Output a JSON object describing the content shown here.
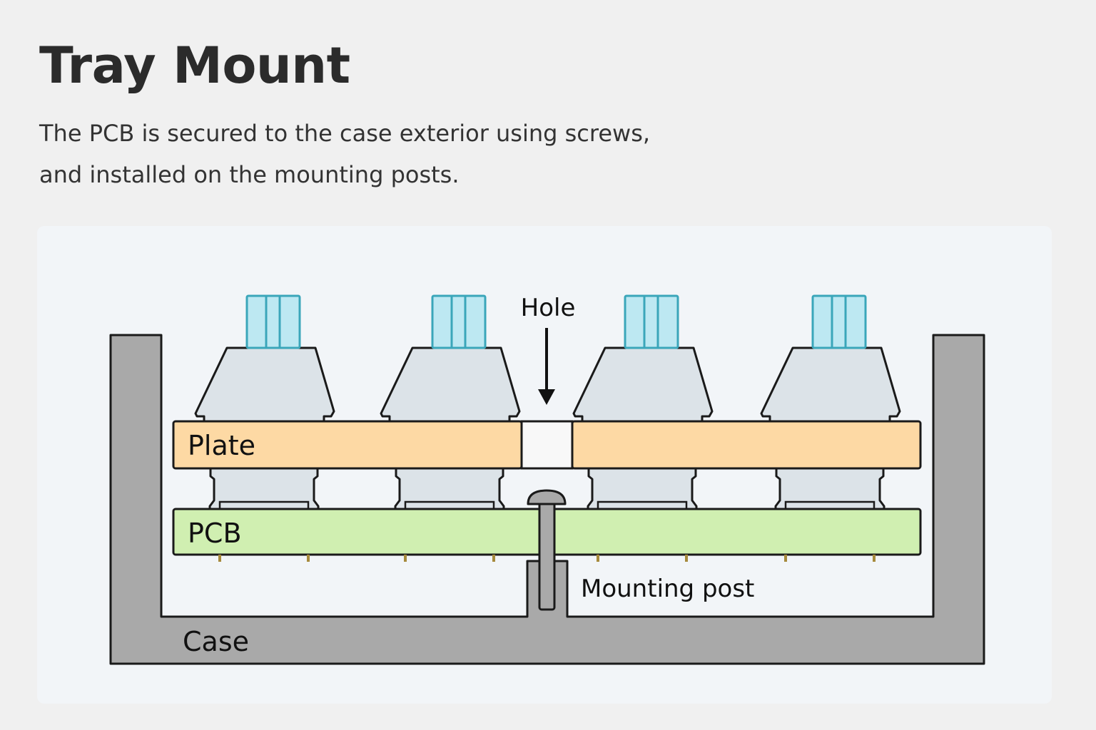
{
  "page": {
    "title": "Tray Mount",
    "description_lines": [
      "The PCB is secured to the case exterior using screws,",
      "and installed on the mounting posts."
    ]
  },
  "diagram": {
    "labels": {
      "hole": "Hole",
      "plate": "Plate",
      "pcb": "PCB",
      "mounting_post": "Mounting post",
      "case": "Case"
    },
    "switch_count": 4,
    "colors": {
      "case": "#a9a9a9",
      "plate": "#fdd9a4",
      "pcb": "#d0efb1",
      "switch_housing": "#dce3e8",
      "keycap_stem": "#bde8f2",
      "stem_outline": "#3aa6ba",
      "hole_fill": "#f8f8f8",
      "outline": "#1a1a1a",
      "pins": "#a68a3c"
    }
  }
}
